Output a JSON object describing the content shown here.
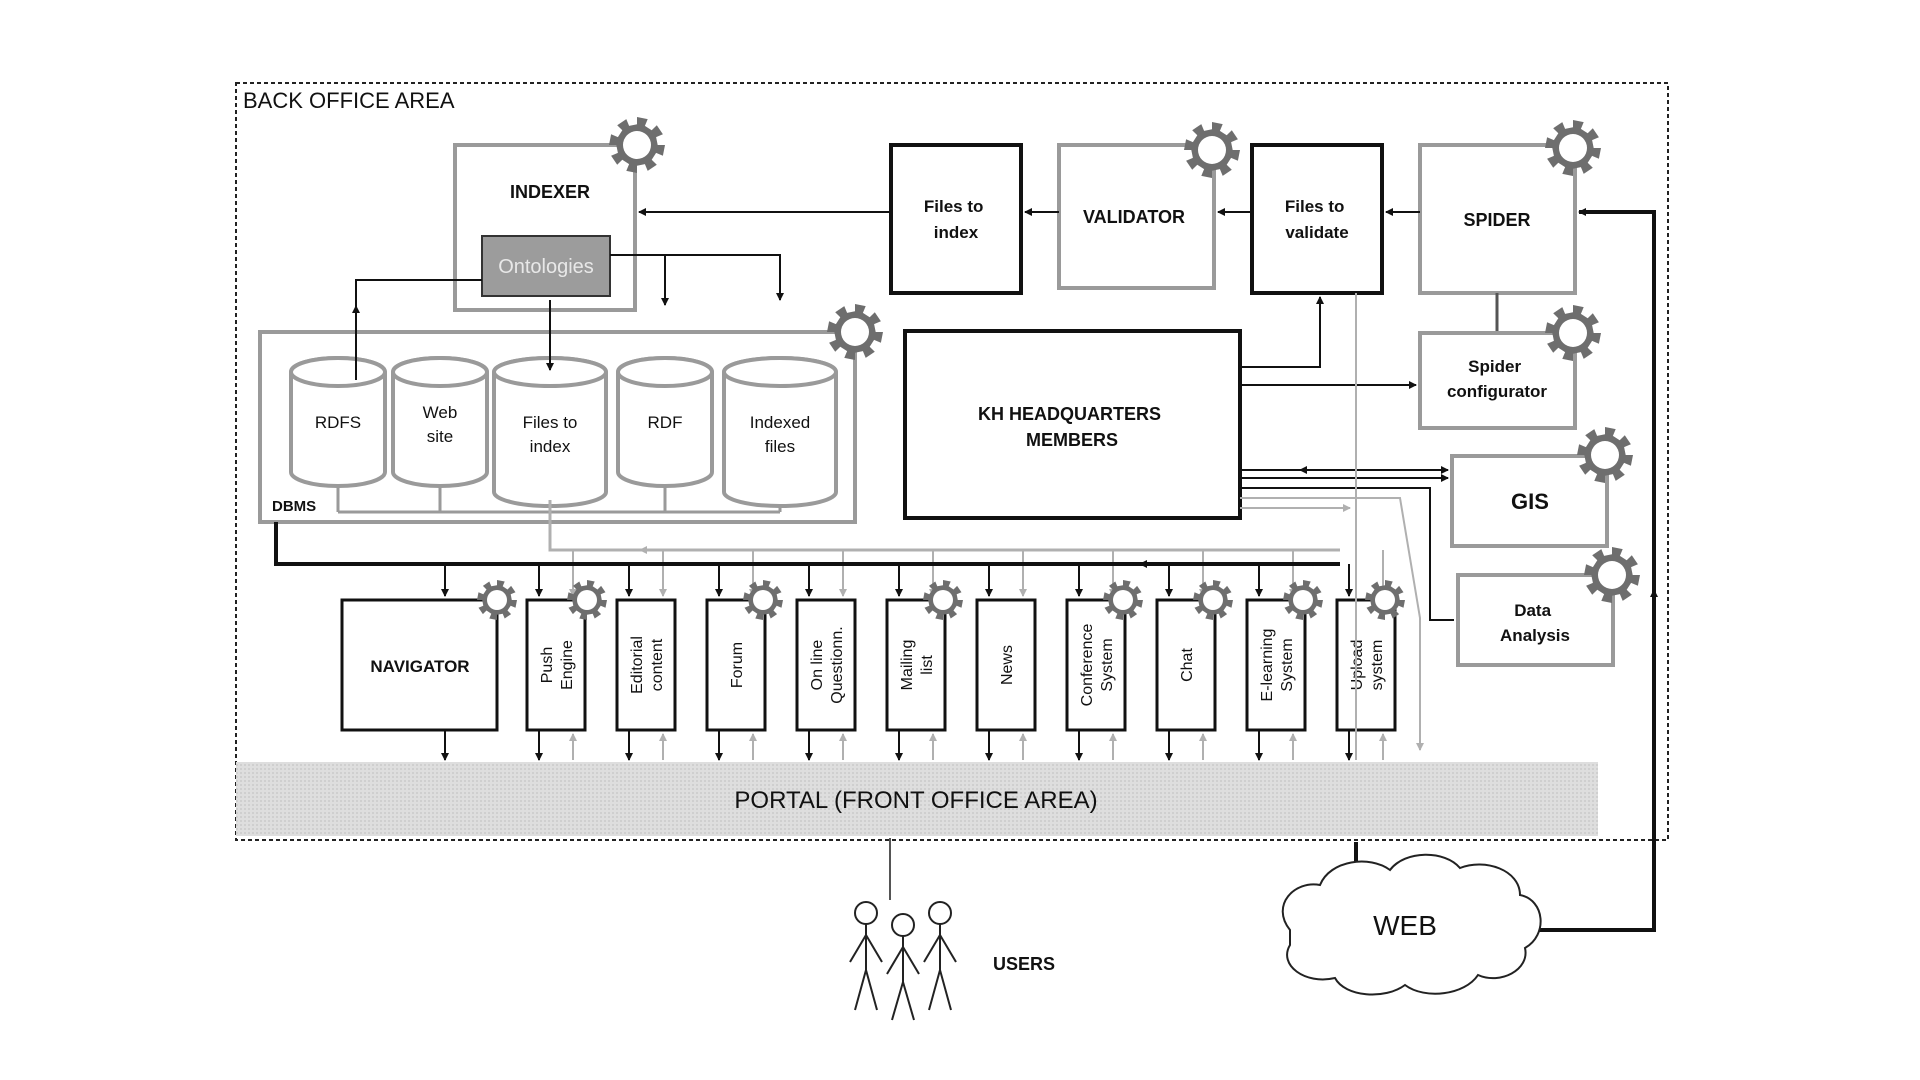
{
  "areas": {
    "back_office": "BACK OFFICE AREA",
    "portal": "PORTAL (FRONT OFFICE AREA)"
  },
  "boxes": {
    "indexer": "INDEXER",
    "ontologies": "Ontologies",
    "files_to_index_top": [
      "Files to",
      "index"
    ],
    "validator": "VALIDATOR",
    "files_to_validate": [
      "Files to",
      "validate"
    ],
    "spider": "SPIDER",
    "spider_configurator": [
      "Spider",
      "configurator"
    ],
    "kh_headquarters": [
      "KH HEADQUARTERS",
      "MEMBERS"
    ],
    "gis": "GIS",
    "data_analysis": [
      "Data",
      "Analysis"
    ],
    "dbms": "DBMS",
    "navigator": "NAVIGATOR"
  },
  "databases": [
    [
      "RDFS"
    ],
    [
      "Web",
      "site"
    ],
    [
      "Files to",
      "index"
    ],
    [
      "RDF"
    ],
    [
      "Indexed",
      "files"
    ]
  ],
  "modules": [
    [
      "Push",
      "Engine"
    ],
    [
      "Editorial",
      "content"
    ],
    [
      "Forum"
    ],
    [
      "On line",
      "Questionn."
    ],
    [
      "Mailing",
      "list"
    ],
    [
      "News"
    ],
    [
      "Conference",
      "System"
    ],
    [
      "Chat"
    ],
    [
      "E-learning",
      "System"
    ],
    [
      "Upload",
      "system"
    ]
  ],
  "external": {
    "web": "WEB",
    "users": "USERS"
  },
  "colors": {
    "dark_line": "#111111",
    "light_line": "#b8b8b8",
    "box_border_grey": "#9a9a9a",
    "gear": "#6e6e6e",
    "ontologies_fill": "#9c9c9c",
    "portal_fill": "#dcdcdc"
  }
}
